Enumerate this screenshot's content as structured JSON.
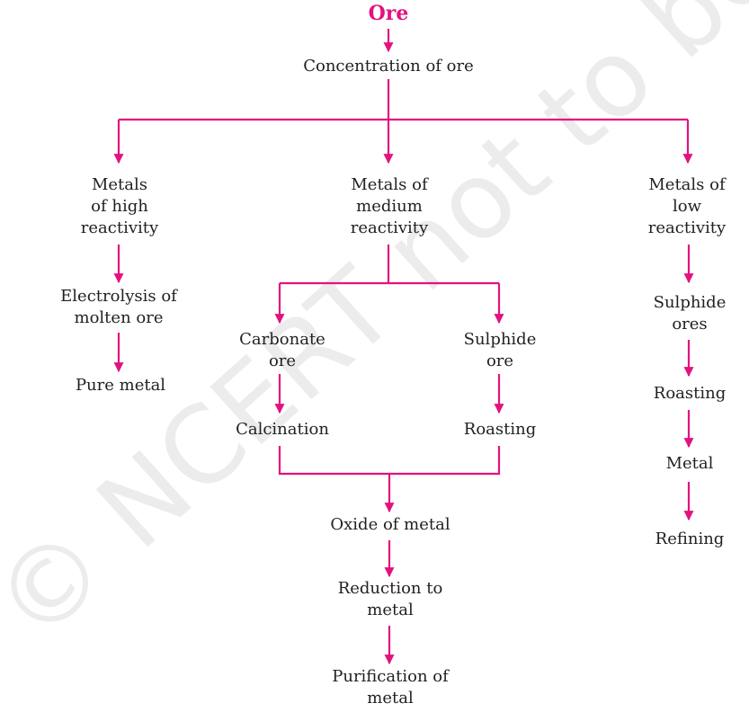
{
  "colors": {
    "accent": "#e3127f",
    "text": "#231f20",
    "watermark": "#ececec"
  },
  "title": "Ore",
  "nodes": {
    "concentration": [
      "Concentration of ore"
    ],
    "high": [
      "Metals",
      "of high",
      "reactivity"
    ],
    "medium": [
      "Metals of",
      "medium",
      "reactivity"
    ],
    "low": [
      "Metals of",
      "low",
      "reactivity"
    ],
    "electrolysis": [
      "Electrolysis of",
      "molten ore"
    ],
    "pure_metal": [
      "Pure metal"
    ],
    "carbonate": [
      "Carbonate",
      "ore"
    ],
    "sulphide_mid": [
      "Sulphide",
      "ore"
    ],
    "calcination": [
      "Calcination"
    ],
    "roasting_mid": [
      "Roasting"
    ],
    "oxide": [
      "Oxide of metal"
    ],
    "reduction": [
      "Reduction to",
      "metal"
    ],
    "purification": [
      "Purification of",
      "metal"
    ],
    "sulphide_low": [
      "Sulphide",
      "ores"
    ],
    "roasting_low": [
      "Roasting"
    ],
    "metal_low": [
      "Metal"
    ],
    "refining": [
      "Refining"
    ]
  },
  "watermark": "© NCERT not to be republished"
}
